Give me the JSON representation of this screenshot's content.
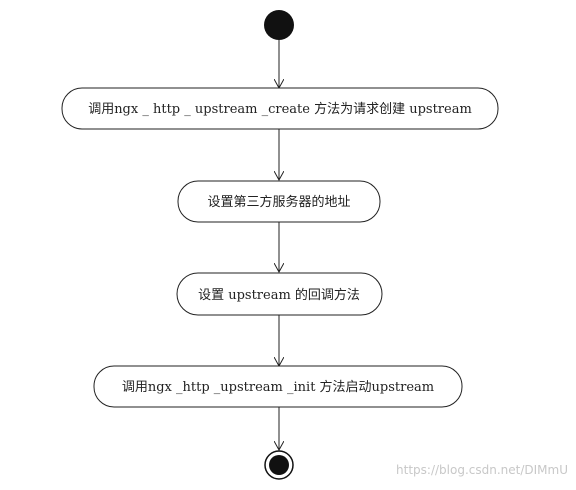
{
  "diagram": {
    "start_node": "initial",
    "end_node": "final",
    "steps": [
      {
        "label": "调用ngx _ http _ upstream _create 方法为请求创建 upstream"
      },
      {
        "label": "设置第三方服务器的地址"
      },
      {
        "label": "设置 upstream 的回调方法"
      },
      {
        "label": "调用ngx _http _upstream _init 方法启动upstream"
      }
    ]
  },
  "watermark": {
    "text": "https://blog.csdn.net/DIMmU"
  },
  "colors": {
    "stroke": "#222222",
    "fill": "#ffffff",
    "node": "#111111"
  }
}
